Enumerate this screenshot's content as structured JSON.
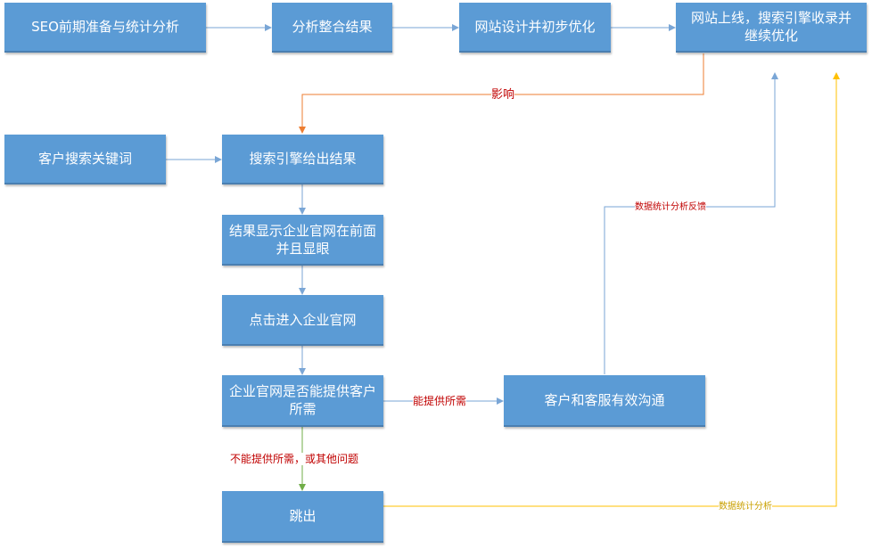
{
  "nodes": {
    "seo_prep": "SEO前期准备与统计分析",
    "analysis": "分析整合结果",
    "design": "网站设计并初步优化",
    "online": "网站上线，搜索引擎收录并继续优化",
    "keyword": "客户搜索关键词",
    "results": "搜索引擎给出结果",
    "display": "结果显示企业官网在前面并且显眼",
    "click": "点击进入企业官网",
    "provide": "企业官网是否能提供客户所需",
    "communicate": "客户和客服有效沟通",
    "exit": "跳出"
  },
  "edge_labels": {
    "influence": "影响",
    "can_provide": "能提供所需",
    "cannot_provide": "不能提供所需，或其他问题",
    "feedback": "数据统计分析反馈",
    "stats": "数据统计分析"
  },
  "colors": {
    "node_fill": "#5b9bd5",
    "arrow_blue": "#7aa6d6",
    "arrow_orange": "#ed7d31",
    "arrow_gold": "#ffc000",
    "arrow_green": "#70ad47",
    "label_red": "#c00000"
  }
}
